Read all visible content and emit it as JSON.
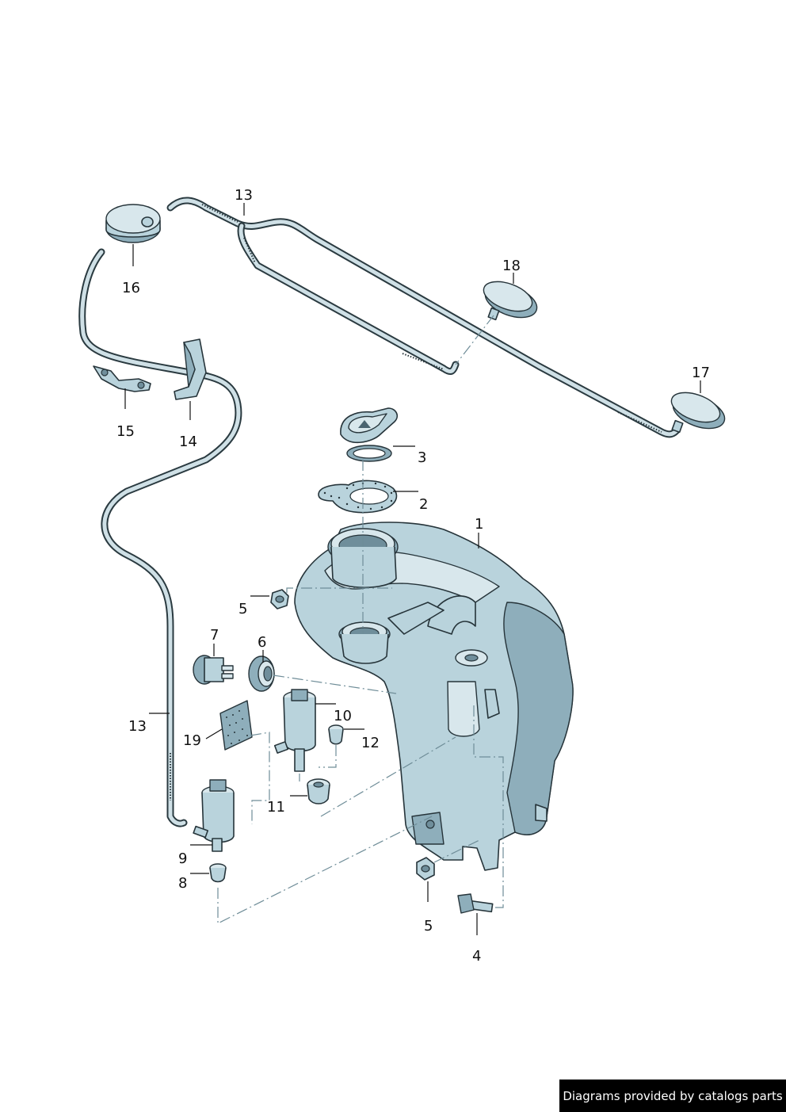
{
  "callouts": {
    "c1": "1",
    "c2": "2",
    "c3": "3",
    "c4": "4",
    "c5a": "5",
    "c5b": "5",
    "c6": "6",
    "c7": "7",
    "c8": "8",
    "c9": "9",
    "c10": "10",
    "c11": "11",
    "c12": "12",
    "c13a": "13",
    "c13b": "13",
    "c14": "14",
    "c15": "15",
    "c16": "16",
    "c17": "17",
    "c18": "18",
    "c19": "19"
  },
  "credit": "Diagrams provided by catalogs parts",
  "colors": {
    "part_fill": "#b9d3dc",
    "outline": "#26343a",
    "dash_line": "#6f8d98",
    "credit_bg": "#000000",
    "credit_text": "#ffffff"
  }
}
